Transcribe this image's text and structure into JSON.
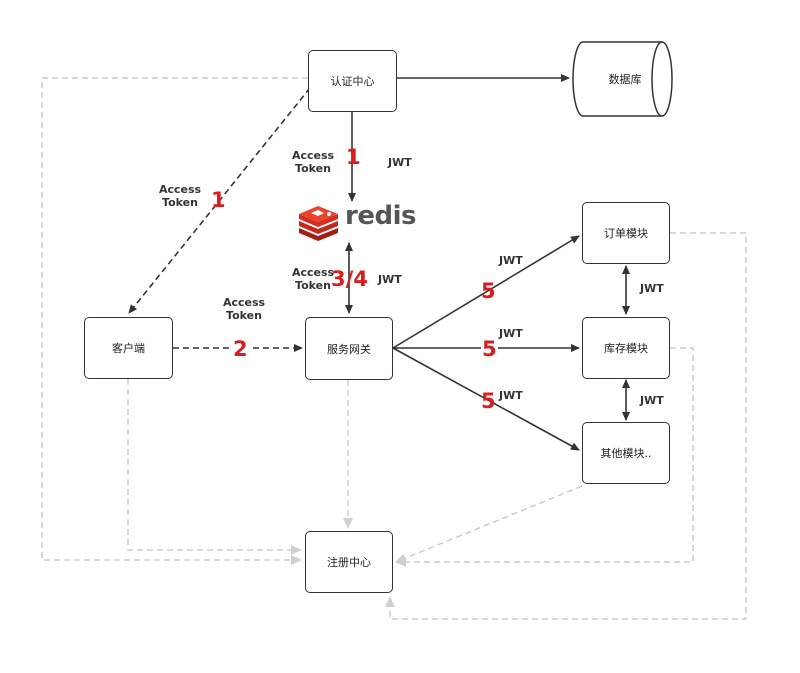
{
  "nodes": {
    "auth_center": "认证中心",
    "database": "数据库",
    "client": "客户端",
    "gateway": "服务网关",
    "order_module": "订单模块",
    "inventory_module": "库存模块",
    "other_module": "其他模块..",
    "registry": "注册中心"
  },
  "redis_label": "redis",
  "edge_labels": {
    "access_token_top": [
      "Access",
      "Token"
    ],
    "jwt_top": "JWT",
    "access_token_left": [
      "Access",
      "Token"
    ],
    "access_token_client": [
      "Access",
      "Token"
    ],
    "access_token_redis": [
      "Access",
      "Token"
    ],
    "jwt_redis": "JWT",
    "jwt_order": "JWT",
    "jwt_inventory": "JWT",
    "jwt_other": "JWT",
    "jwt_order_inventory": "JWT",
    "jwt_inventory_other": "JWT"
  },
  "step_numbers": {
    "auth_to_redis": "1",
    "auth_to_client": "1",
    "client_to_gateway": "2",
    "redis_gateway": "3/4",
    "to_order": "5",
    "to_inventory": "5",
    "to_other": "5"
  },
  "colors": {
    "solid_line": "#333333",
    "dashed_light": "#cccccc",
    "step_red": "#d81e1e",
    "redis_red": "#d82c20"
  }
}
